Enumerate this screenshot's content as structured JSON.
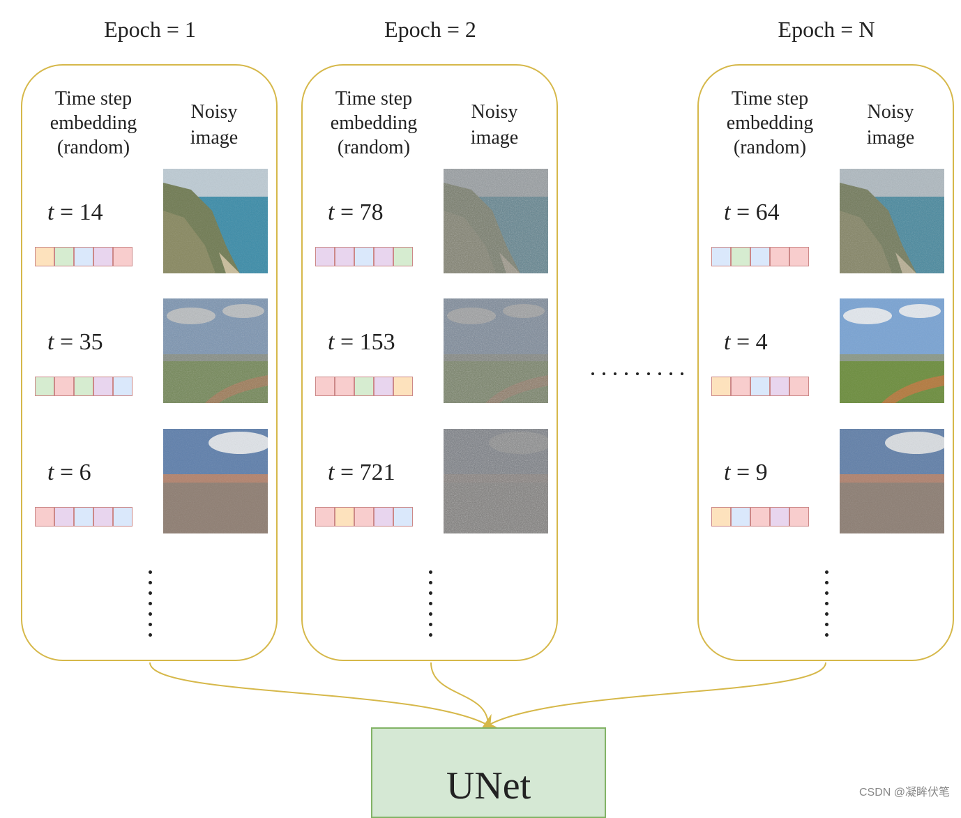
{
  "column_headers": {
    "embedding": [
      "Time step",
      "embedding",
      "(random)"
    ],
    "image": [
      "Noisy",
      "image"
    ]
  },
  "epochs": [
    {
      "title": "Epoch = 1",
      "rows": [
        {
          "t_var": "t",
          "t_rest": " = 14",
          "noise": 0.15,
          "scene": "coast",
          "colors": [
            "#fde2bd",
            "#d6ecd0",
            "#dae8fb",
            "#e8d5ee",
            "#f8cdcd"
          ]
        },
        {
          "t_var": "t",
          "t_rest": " = 35",
          "noise": 0.45,
          "scene": "field",
          "colors": [
            "#d6ecd0",
            "#f8cdcd",
            "#d6ecd0",
            "#e8d5ee",
            "#dae8fb"
          ]
        },
        {
          "t_var": "t",
          "t_rest": " = 6",
          "noise": 0.1,
          "scene": "road",
          "colors": [
            "#f8cdcd",
            "#e8d5ee",
            "#dae8fb",
            "#e8d5ee",
            "#dae8fb"
          ]
        }
      ]
    },
    {
      "title": "Epoch = 2",
      "rows": [
        {
          "t_var": "t",
          "t_rest": " = 78",
          "noise": 0.7,
          "scene": "coast",
          "colors": [
            "#e8d5ee",
            "#e8d5ee",
            "#dae8fb",
            "#e8d5ee",
            "#d6ecd0"
          ]
        },
        {
          "t_var": "t",
          "t_rest": " = 153",
          "noise": 0.75,
          "scene": "field",
          "colors": [
            "#f8cdcd",
            "#f8cdcd",
            "#d6ecd0",
            "#e8d5ee",
            "#fde2bd"
          ]
        },
        {
          "t_var": "t",
          "t_rest": " = 721",
          "noise": 0.97,
          "scene": "road",
          "colors": [
            "#f8cdcd",
            "#fde2bd",
            "#f8cdcd",
            "#e8d5ee",
            "#dae8fb"
          ]
        }
      ]
    },
    {
      "title": "Epoch = N",
      "rows": [
        {
          "t_var": "t",
          "t_rest": " = 64",
          "noise": 0.35,
          "scene": "coast",
          "colors": [
            "#dae8fb",
            "#d6ecd0",
            "#dae8fb",
            "#f8cdcd",
            "#f8cdcd"
          ]
        },
        {
          "t_var": "t",
          "t_rest": " = 4",
          "noise": 0.05,
          "scene": "field",
          "colors": [
            "#fde2bd",
            "#f8cdcd",
            "#dae8fb",
            "#e8d5ee",
            "#f8cdcd"
          ]
        },
        {
          "t_var": "t",
          "t_rest": " = 9",
          "noise": 0.15,
          "scene": "road",
          "colors": [
            "#fde2bd",
            "#dae8fb",
            "#f8cdcd",
            "#e8d5ee",
            "#f8cdcd"
          ]
        }
      ]
    }
  ],
  "target_label": "UNet",
  "watermark": "CSDN @凝眸伏笔",
  "colors": {
    "panel_border": "#d6b84a",
    "connector": "#d6b84a",
    "unet_fill": "#d5e8d4",
    "unet_border": "#82b366"
  }
}
